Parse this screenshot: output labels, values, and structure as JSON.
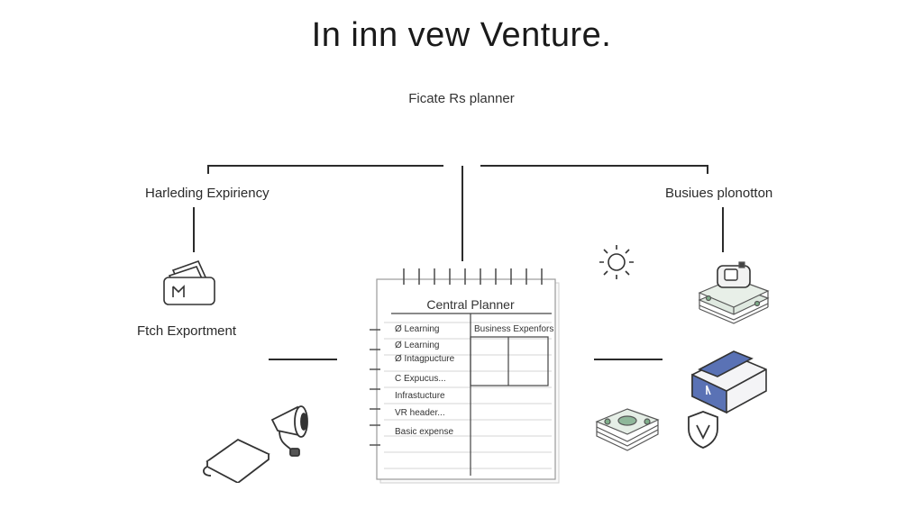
{
  "title": "In inn vew Venture.",
  "subtitle": "Ficate Rs planner",
  "branches": {
    "left": "Harleding Expiriency",
    "right": "Busiues plonotton",
    "left_lower": "Ftch Exportment"
  },
  "notebook": {
    "title": "Central Planner",
    "column_header": "Business Expenfors",
    "items": [
      "Ø Learning",
      "Ø Learning",
      "Ø Intagpucture",
      "C Expucus...",
      "Infrastucture",
      "VR header...",
      "Basic expense"
    ]
  },
  "icons": [
    "money-wallet-icon",
    "megaphone-icon",
    "book-icon",
    "sun-icon",
    "cash-stack-icon",
    "vr-headset-icon",
    "shield-icon",
    "coin-stack-icon"
  ],
  "colors": {
    "line": "#2b2b2b",
    "accent_blue": "#5a72b5",
    "money_green": "#8fb79a"
  }
}
